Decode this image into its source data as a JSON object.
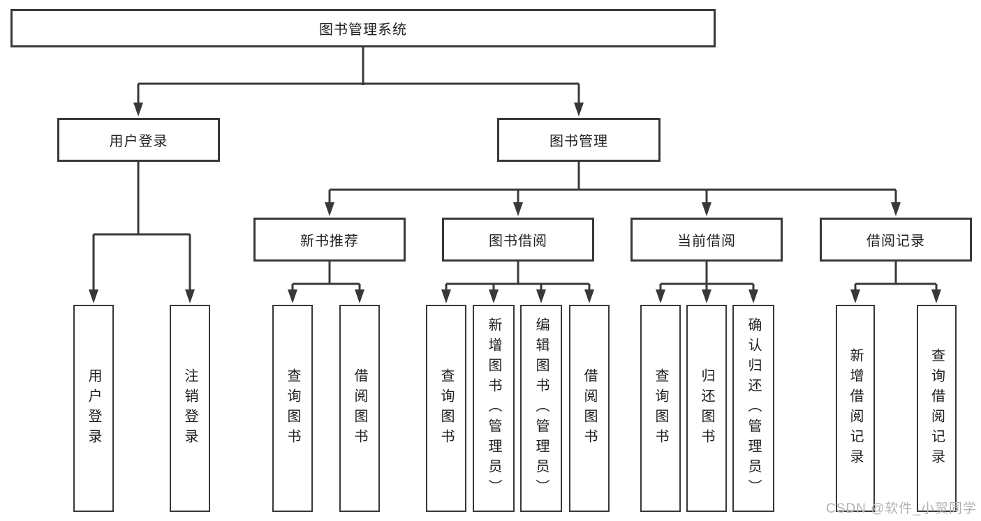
{
  "nodes": {
    "root": "图书管理系统",
    "level2": [
      "用户登录",
      "图书管理"
    ],
    "level3": [
      "新书推荐",
      "图书借阅",
      "当前借阅",
      "借阅记录"
    ]
  },
  "leaves": {
    "login": [
      "用户登录",
      "注销登录"
    ],
    "new_book": [
      "查询图书",
      "借阅图书"
    ],
    "book_borrow": [
      "查询图书",
      "新增图书（管理员）",
      "编辑图书（管理员）",
      "借阅图书"
    ],
    "current_borrow": [
      "查询图书",
      "归还图书",
      "确认归还（管理员）"
    ],
    "borrow_records": [
      "新增借阅记录",
      "查询借阅记录"
    ]
  },
  "watermark": "CSDN @软件_小贺同学",
  "colors": {
    "line": "#383838",
    "box_border": "#383838",
    "text": "#1f1f1f",
    "watermark": "#b3b3b3",
    "background": "#ffffff"
  }
}
